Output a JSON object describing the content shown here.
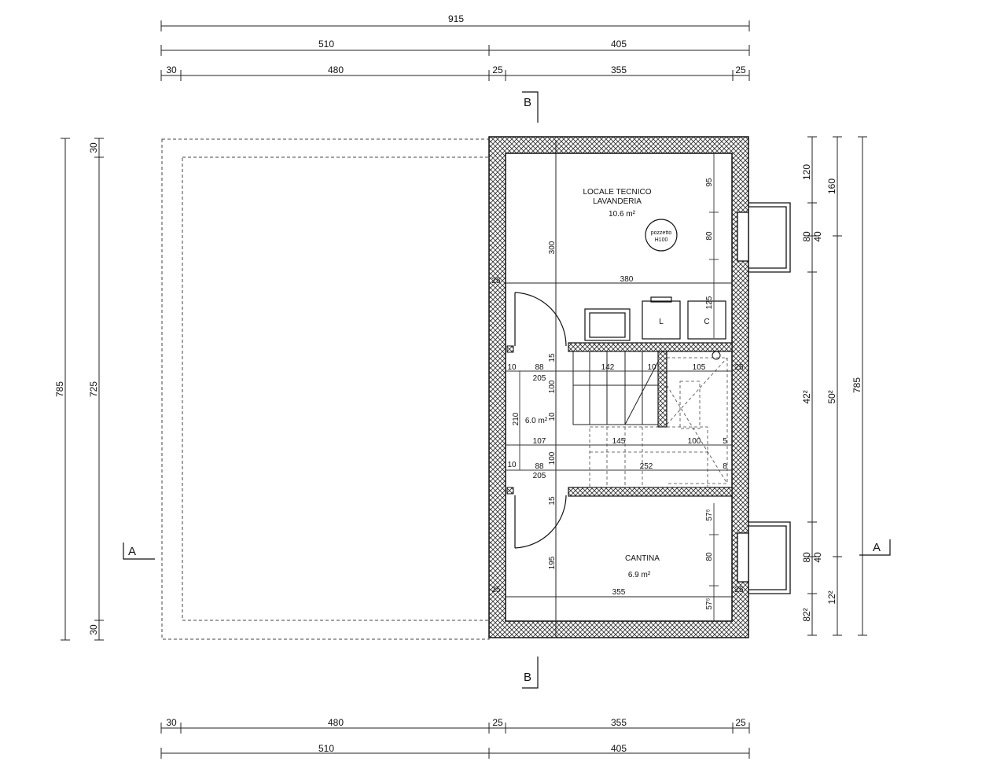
{
  "plan": {
    "top_dims": {
      "total": "915",
      "left": "510",
      "right": "405",
      "seg": [
        "30",
        "480",
        "25",
        "355",
        "25"
      ]
    },
    "bottom_dims": {
      "seg": [
        "30",
        "480",
        "25",
        "355",
        "25"
      ],
      "left": "510",
      "right": "405"
    },
    "left_dims": {
      "outer": "785",
      "inner": "725",
      "top": "30",
      "bottom": "30"
    },
    "right_dims": {
      "col1": [
        "120",
        "80",
        "40",
        "42²",
        "80",
        "40",
        "82²"
      ],
      "col2": [
        "160",
        "50²",
        "12²"
      ],
      "col3": "785"
    },
    "section_labels": {
      "b": "B",
      "a": "A"
    },
    "rooms": {
      "locale": {
        "line1": "LOCALE TECNICO",
        "line2": "LAVANDERIA",
        "area": "10.6 m²"
      },
      "pozzetto": {
        "line1": "pozzetto",
        "line2": "H100"
      },
      "cantina": {
        "name": "CANTINA",
        "area": "6.9 m²"
      },
      "corridor_area": "6.0 m²"
    },
    "appliances": {
      "l": "L",
      "c": "C"
    },
    "interior_dims": {
      "d300": "300",
      "d380": "380",
      "d95": "95",
      "d80a": "80",
      "d125": "125",
      "d25a": "25",
      "d25b": "25",
      "d25c": "25",
      "d25d": "25",
      "d10a": "10",
      "d88a": "88",
      "d205a": "205",
      "d142": "142",
      "d10b": "10",
      "d105": "105",
      "d15a": "15",
      "d100a": "100",
      "d210": "210",
      "d10c": "10",
      "d107": "107",
      "d145": "145",
      "d100b": "100",
      "d5": "5",
      "d10d": "10",
      "d88b": "88",
      "d205b": "205",
      "d252": "252",
      "d8": "8",
      "d100c": "100",
      "d15b": "15",
      "d195": "195",
      "d57a": "57⁵",
      "d80b": "80",
      "d57b": "57⁵",
      "d355": "355"
    }
  }
}
